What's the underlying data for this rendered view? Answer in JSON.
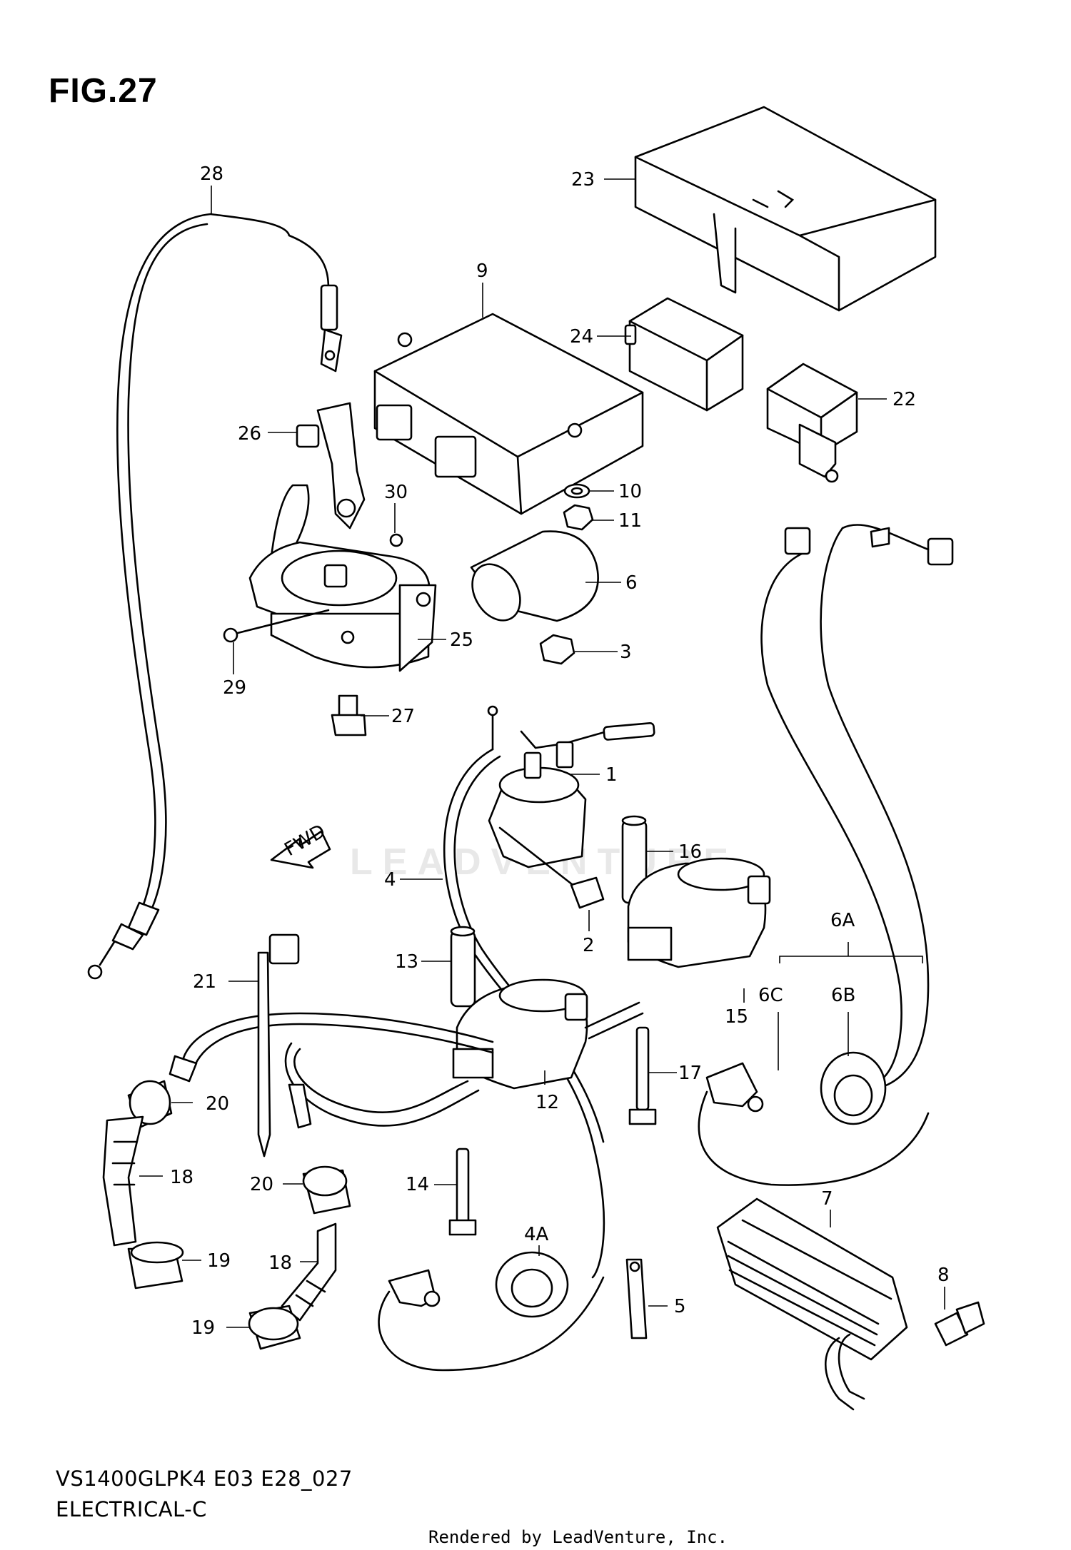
{
  "figure_title": "FIG.27",
  "model_code": "VS1400GLPK4 E03 E28_027",
  "section_title": "ELECTRICAL-C",
  "render_credit": "Rendered by LeadVenture, Inc.",
  "watermark": "LEADVENTURE",
  "fwd_label": "FWD",
  "callouts": {
    "c1": "1",
    "c2": "2",
    "c3": "3",
    "c4": "4",
    "c4a": "4A",
    "c5": "5",
    "c6": "6",
    "c6a": "6A",
    "c6b": "6B",
    "c6c": "6C",
    "c7": "7",
    "c8": "8",
    "c9": "9",
    "c10": "10",
    "c11": "11",
    "c12": "12",
    "c13": "13",
    "c14": "14",
    "c15": "15",
    "c16": "16",
    "c17": "17",
    "c18a": "18",
    "c18b": "18",
    "c19a": "19",
    "c19b": "19",
    "c20a": "20",
    "c20b": "20",
    "c21": "21",
    "c22": "22",
    "c23": "23",
    "c24": "24",
    "c25": "25",
    "c26": "26",
    "c27": "27",
    "c28": "28",
    "c29": "29",
    "c30": "30"
  }
}
